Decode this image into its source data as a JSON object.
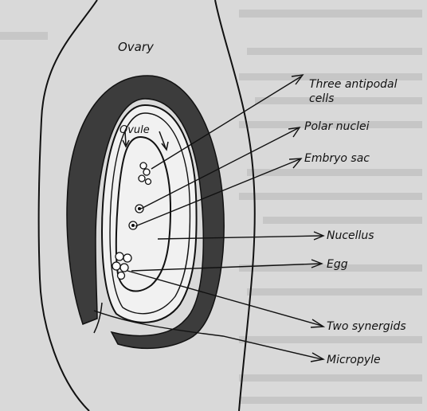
{
  "diagram": {
    "region_label": "Ovary",
    "ovule_label": "Ovule",
    "labels": [
      "Three antipodal",
      "cells",
      "Polar nuclei",
      "Embryo sac",
      "Nucellus",
      "Egg",
      "Two synergids",
      "Micropyle"
    ]
  }
}
